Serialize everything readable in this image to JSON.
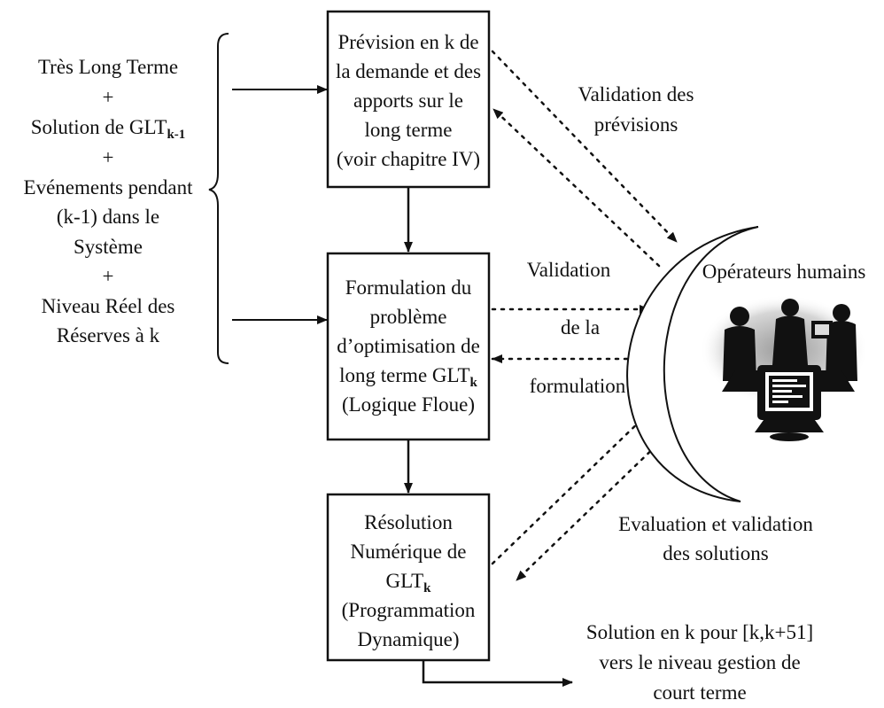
{
  "inputs": {
    "line1": "Très Long Terme",
    "plus1": "+",
    "line2_main": "Solution de GLT",
    "line2_sub": "k-1",
    "plus2": "+",
    "line3": "Evénements pendant",
    "line4": "(k-1) dans le",
    "line5": "Système",
    "plus3": "+",
    "line6": "Niveau Réel des",
    "line7": "Réserves à k"
  },
  "box_prevision": {
    "line1": "Prévision en k de",
    "line2": "la demande et des",
    "line3": "apports sur le",
    "line4": "long terme",
    "line5": "(voir chapitre IV)"
  },
  "box_formulation": {
    "line1": "Formulation du",
    "line2": "problème",
    "line3": "d’optimisation de",
    "line4_main": "long terme GLT",
    "line4_sub": "k",
    "line5": "(Logique Floue)"
  },
  "box_resolution": {
    "line1": "Résolution",
    "line2": "Numérique de",
    "line3_main": "GLT",
    "line3_sub": "k",
    "line4": "(Programmation",
    "line5": "Dynamique)"
  },
  "labels": {
    "validation_previsions_1": "Validation des",
    "validation_previsions_2": "prévisions",
    "validation_formulation_1": "Validation",
    "validation_formulation_2": "de la",
    "validation_formulation_3": "formulation",
    "evaluation_1": "Evaluation et validation",
    "evaluation_2": "des solutions",
    "operators": "Opérateurs humains"
  },
  "output": {
    "line1": "Solution en k pour [k,k+51]",
    "line2": "vers le niveau gestion de",
    "line3": "court terme"
  }
}
